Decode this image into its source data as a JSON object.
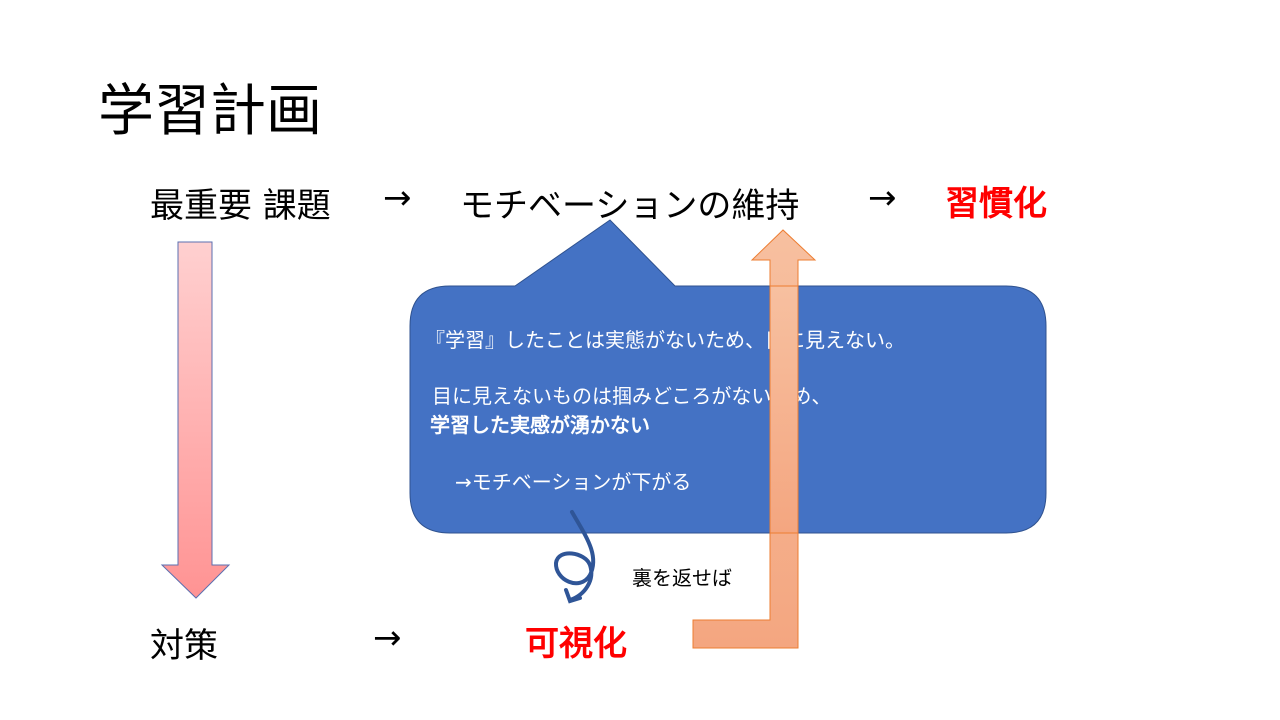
{
  "slide": {
    "title": "学習計画",
    "row1": {
      "issue": "最重要 課題",
      "arrow1": "→",
      "motivation": "モチベーションの維持",
      "arrow2": "→",
      "habit": "習慣化"
    },
    "callout": {
      "line1": "『学習』したことは実態がないため、目に見えない。",
      "line2": "目に見えないものは掴みどころがないため、",
      "line3": "学習した実感が湧かない",
      "line4": "→モチベーションが下がる"
    },
    "flip_label": "裏を返せば",
    "row2": {
      "measure": "対策",
      "arrow": "→",
      "visualize": "可視化"
    },
    "colors": {
      "callout": "#4472c4",
      "emphasis": "#ff0000",
      "up_arrow": "#f4b183",
      "down_arrow": "#ff9a9a"
    }
  }
}
